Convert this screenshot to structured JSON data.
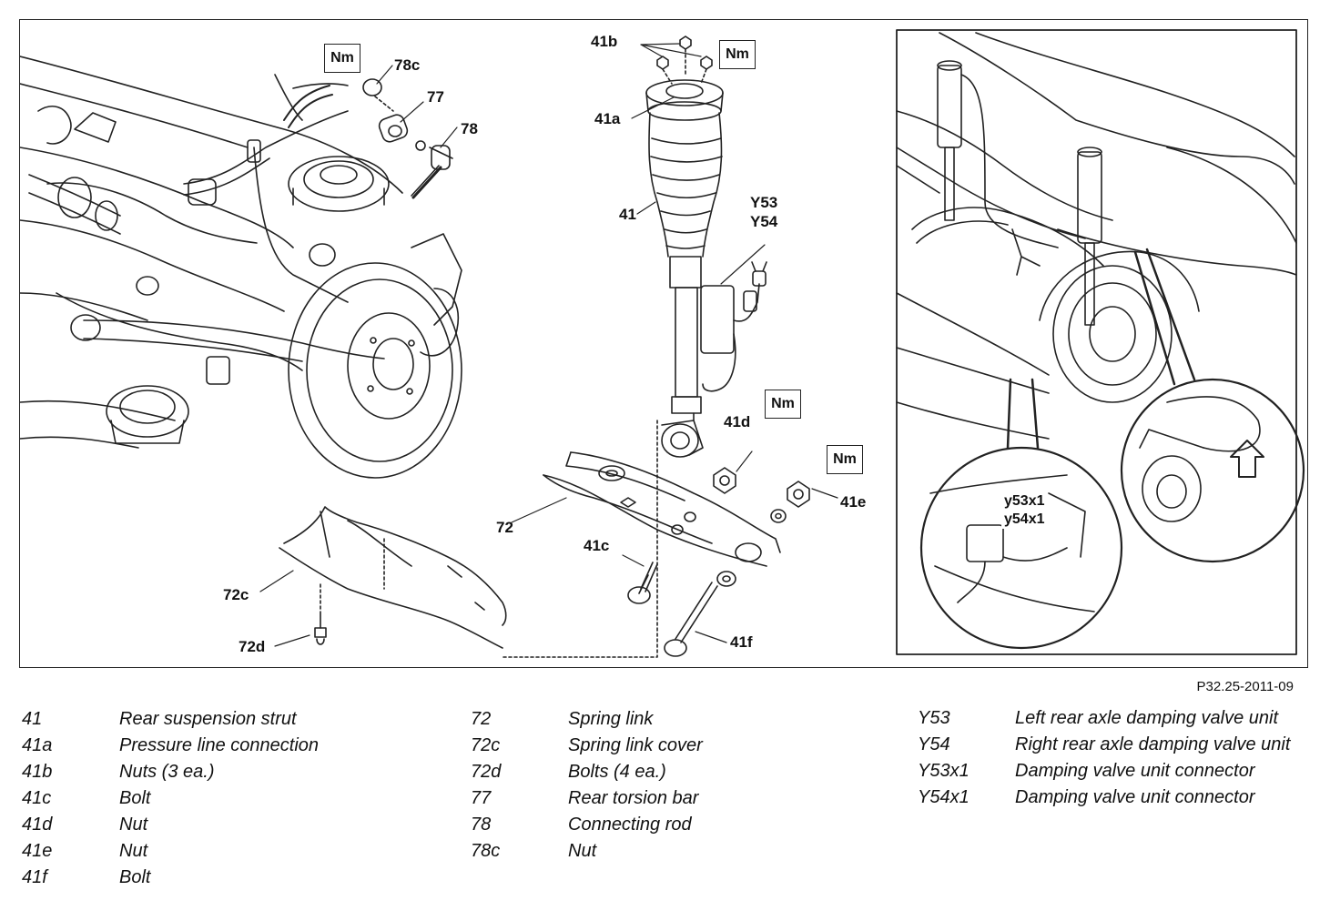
{
  "callouts": {
    "c41b": "41b",
    "c41a": "41a",
    "c41": "41",
    "cY53": "Y53",
    "cY54": "Y54",
    "c78c": "78c",
    "c77": "77",
    "c78": "78",
    "c41d": "41d",
    "c41e": "41e",
    "c72": "72",
    "c41c": "41c",
    "c72c": "72c",
    "c72d": "72d",
    "c41f": "41f"
  },
  "nm_label": "Nm",
  "inset": {
    "connector_1": "y53x1",
    "connector_2": "y54x1"
  },
  "figure_code": "P32.25-2011-09",
  "legend": {
    "col1": [
      {
        "code": "41",
        "desc": "Rear suspension strut"
      },
      {
        "code": "41a",
        "desc": "Pressure line connection"
      },
      {
        "code": "41b",
        "desc": "Nuts (3 ea.)"
      },
      {
        "code": "41c",
        "desc": "Bolt"
      },
      {
        "code": "41d",
        "desc": "Nut"
      },
      {
        "code": "41e",
        "desc": "Nut"
      },
      {
        "code": "41f",
        "desc": "Bolt"
      }
    ],
    "col2": [
      {
        "code": "72",
        "desc": "Spring link"
      },
      {
        "code": "72c",
        "desc": "Spring link cover"
      },
      {
        "code": "72d",
        "desc": "Bolts (4 ea.)"
      },
      {
        "code": "77",
        "desc": "Rear torsion bar"
      },
      {
        "code": "78",
        "desc": "Connecting rod"
      },
      {
        "code": "78c",
        "desc": "Nut"
      }
    ],
    "col3": [
      {
        "code": "Y53",
        "desc": "Left rear axle damping valve unit"
      },
      {
        "code": "Y54",
        "desc": "Right rear axle damping valve unit"
      },
      {
        "code": "Y53x1",
        "desc": "Damping valve unit connector"
      },
      {
        "code": "Y54x1",
        "desc": "Damping valve unit connector"
      }
    ]
  }
}
